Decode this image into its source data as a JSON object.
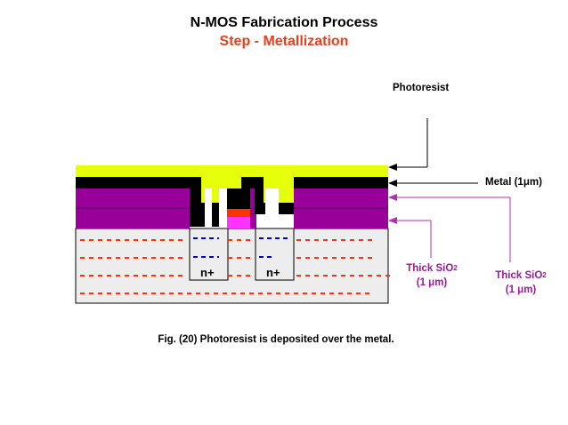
{
  "header": {
    "title": "N-MOS Fabrication Process",
    "subtitle": "Step - Metallization"
  },
  "labels": {
    "photoresist": "Photoresist",
    "metal": "Metal (1μm)",
    "thick_sio2_inner": {
      "name": "Thick SiO",
      "sub": "2",
      "thickness": "(1 μm)"
    },
    "thick_sio2_outer": {
      "name": "Thick SiO",
      "sub": "2",
      "thickness": "(1 μm)"
    },
    "n_plus_left": "n+",
    "n_plus_right": "n+"
  },
  "caption": "Fig. (20) Photoresist is deposited over the metal.",
  "colors": {
    "photoresist": "#e6ff0a",
    "metal": "#000000",
    "oxide": "#990099",
    "substrate": "#ededed",
    "gate": "#ff3300",
    "thin_oxide": "#ff33ff",
    "dopant_marks": "#ff3300",
    "n_marks": "#0000cc",
    "arrow_purple": "#b030b0"
  }
}
